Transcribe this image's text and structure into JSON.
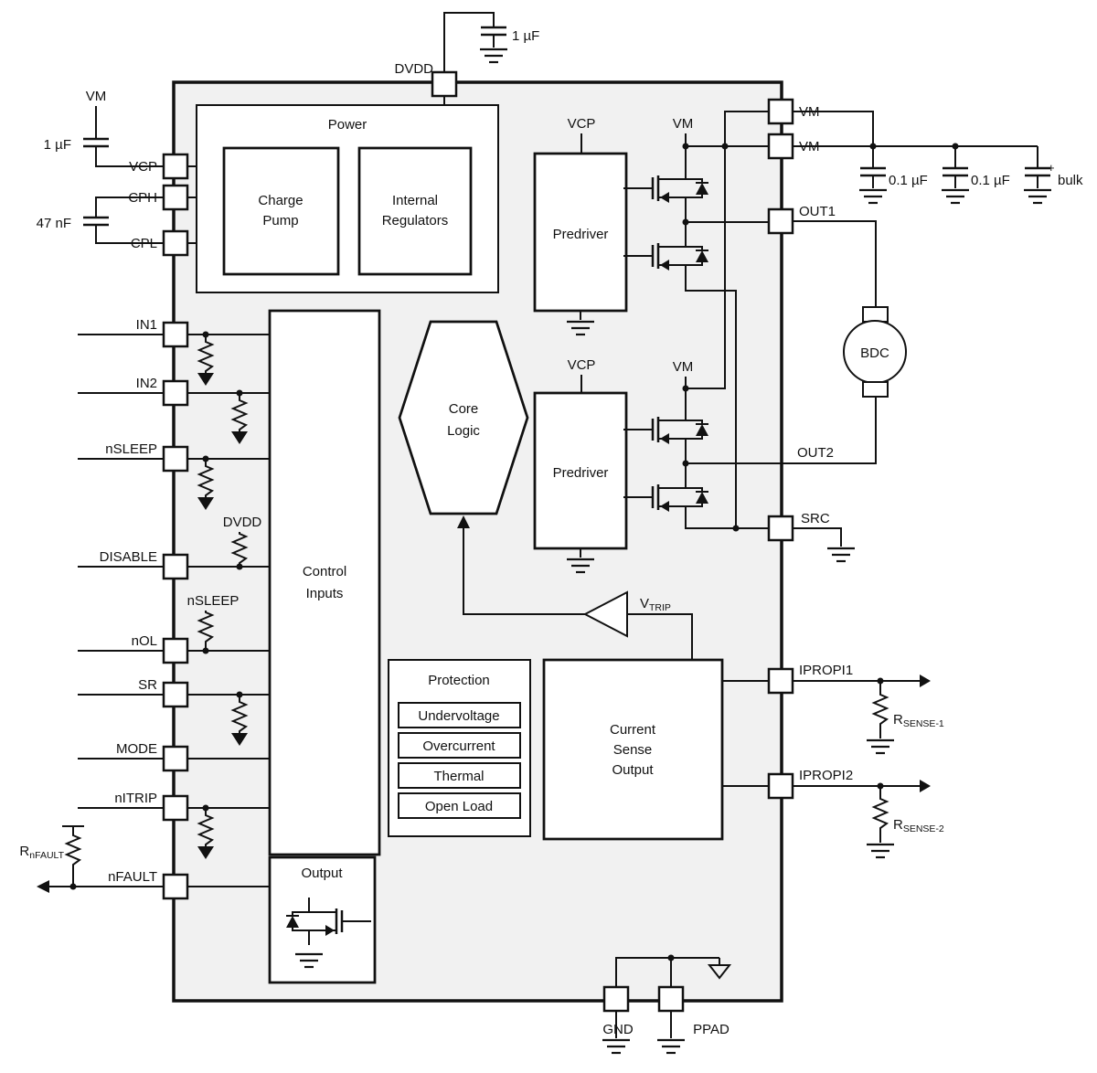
{
  "colors": {
    "chip_fill": "#f1f1f1",
    "stroke": "#111111",
    "block_fill": "#ffffff"
  },
  "pins": {
    "vcp": "VCP",
    "cph": "CPH",
    "cpl": "CPL",
    "in1": "IN1",
    "in2": "IN2",
    "nsleep": "nSLEEP",
    "disable": "DISABLE",
    "nol": "nOL",
    "sr": "SR",
    "mode": "MODE",
    "nitrip": "nITRIP",
    "nfault": "nFAULT",
    "vm1": "VM",
    "vm2": "VM",
    "out1": "OUT1",
    "out2": "OUT2",
    "src": "SRC",
    "ipropi1": "IPROPI1",
    "ipropi2": "IPROPI2",
    "dvdd": "DVDD",
    "gnd": "GND",
    "ppad": "PPAD"
  },
  "external": {
    "top_cap": "1 µF",
    "vm_top_left": "VM",
    "vcp_cap": "1 µF",
    "flying_cap": "47 nF",
    "rnfault_main": "R",
    "rnfault_sub": "nFAULT",
    "cap_01a": "0.1 µF",
    "cap_01b": "0.1 µF",
    "bulk_plus": "+",
    "bulk": "bulk",
    "rsense1_main": "R",
    "rsense1_sub": "SENSE-1",
    "rsense2_main": "R",
    "rsense2_sub": "SENSE-2",
    "motor": "BDC"
  },
  "blocks": {
    "power": "Power",
    "charge_pump_l1": "Charge",
    "charge_pump_l2": "Pump",
    "int_reg_l1": "Internal",
    "int_reg_l2": "Regulators",
    "control_l1": "Control",
    "control_l2": "Inputs",
    "core_l1": "Core",
    "core_l2": "Logic",
    "predriver1": "Predriver",
    "predriver2": "Predriver",
    "vcp_hb1": "VCP",
    "vcp_hb2": "VCP",
    "vm_hb1": "VM",
    "vm_hb2": "VM",
    "protection": "Protection",
    "prot_items": [
      "Undervoltage",
      "Overcurrent",
      "Thermal",
      "Open Load"
    ],
    "cs_l1": "Current",
    "cs_l2": "Sense",
    "cs_l3": "Output",
    "output": "Output",
    "vtrip_main": "V",
    "vtrip_sub": "TRIP",
    "dvdd_pullup": "DVDD",
    "nsleep_pullup": "nSLEEP"
  }
}
